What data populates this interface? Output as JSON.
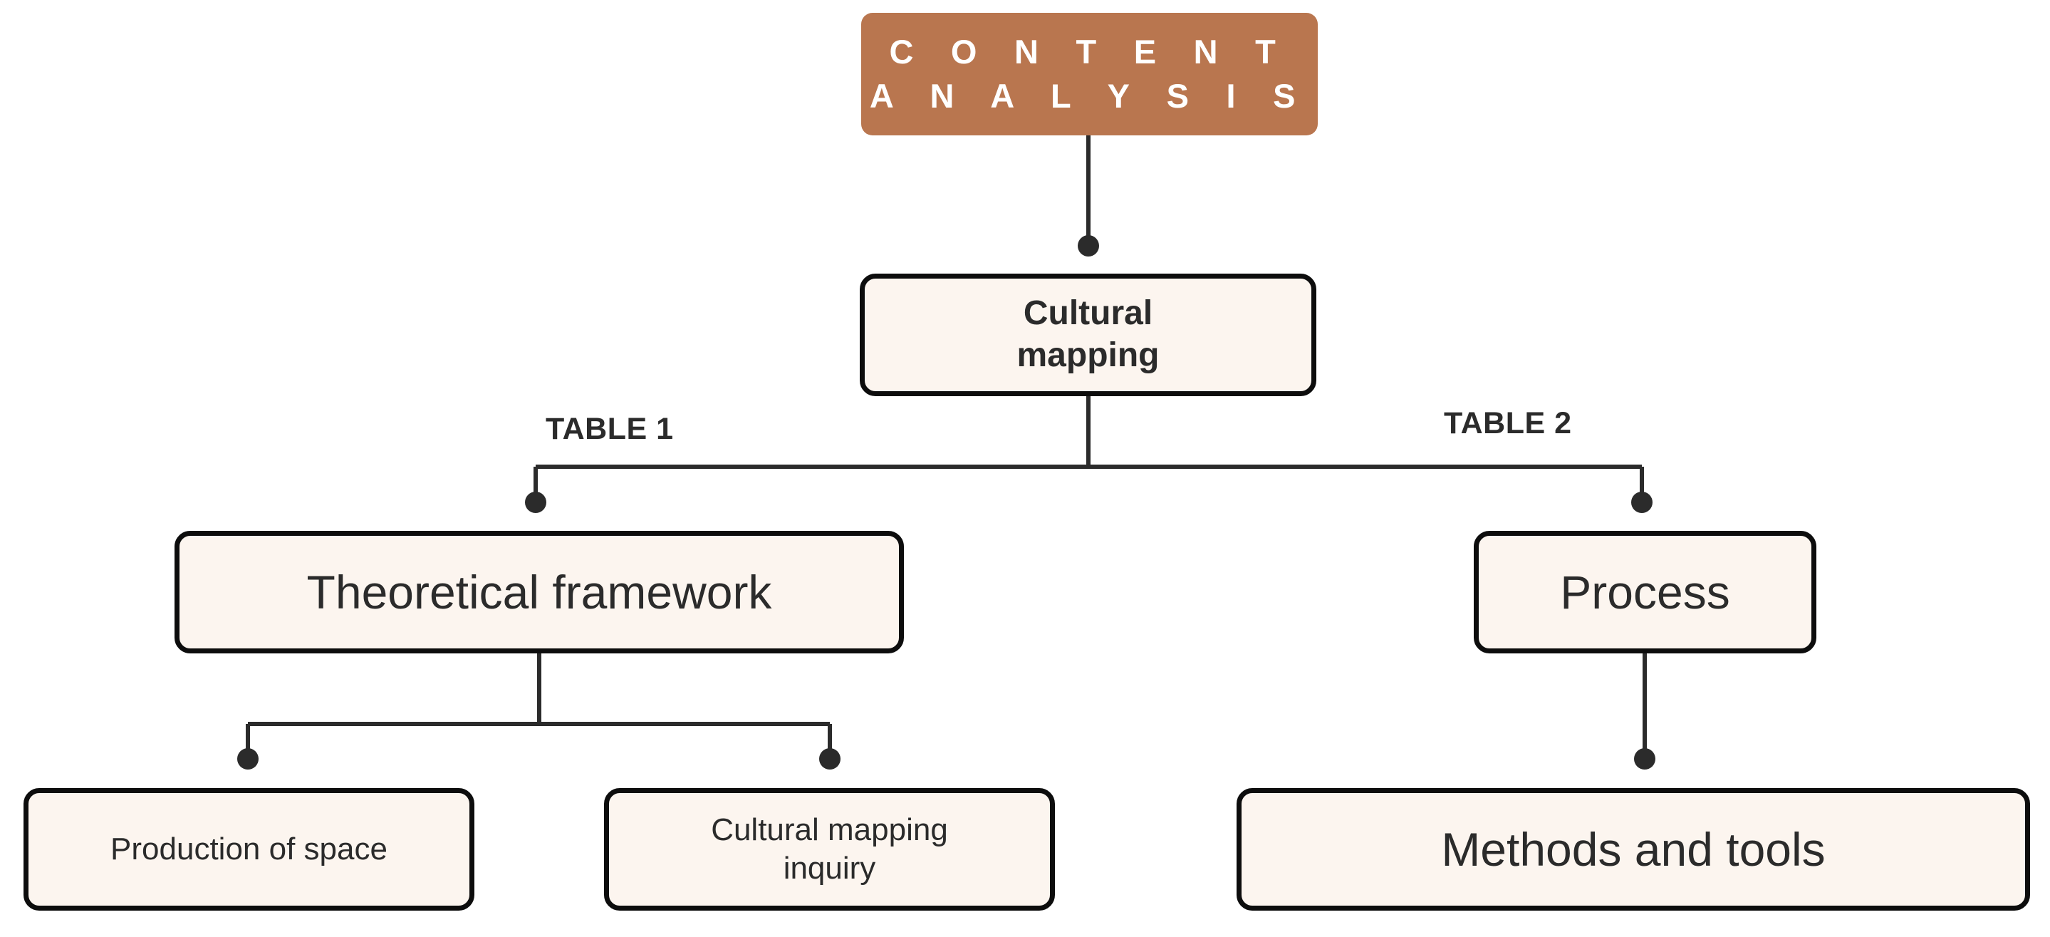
{
  "diagram": {
    "title": "Content Analysis — Cultural mapping structure",
    "background_color": "#FFFFFF",
    "accent_color": "#B9764F",
    "node_fill_color": "#FCF5EF",
    "node_border_color": "#0D0D0D",
    "text_color": "#2B2B2B",
    "connector_color": "#2B2B2B"
  },
  "nodes": {
    "root": {
      "label": "C O N T E N T\nA N A L Y S I S",
      "line1": "C O N T E N T",
      "line2": "A N A L Y S I S"
    },
    "cultural_mapping": {
      "line1": "Cultural",
      "line2": "mapping"
    },
    "theoretical_framework": {
      "label": "Theoretical framework"
    },
    "process": {
      "label": "Process"
    },
    "production_of_space": {
      "label": "Production of space"
    },
    "cultural_mapping_inquiry": {
      "line1": "Cultural mapping",
      "line2": "inquiry"
    },
    "methods_and_tools": {
      "label": "Methods and tools"
    }
  },
  "branch_labels": {
    "left": "TABLE 1",
    "right": "TABLE 2"
  }
}
